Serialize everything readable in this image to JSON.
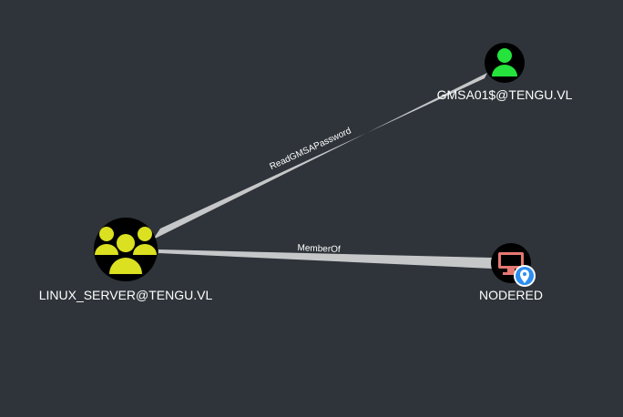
{
  "graph": {
    "background_color": "#2f343a",
    "edge_color": "#c6c7c9",
    "nodes": [
      {
        "id": "linux_server",
        "label": "LINUX_SERVER@TENGU.VL",
        "type": "group",
        "icon": "group-icon",
        "icon_color": "#dbe020"
      },
      {
        "id": "gmsa01",
        "label": "GMSA01$@TENGU.VL",
        "type": "user",
        "icon": "user-icon",
        "icon_color": "#25e33c"
      },
      {
        "id": "nodered",
        "label": "NODERED",
        "type": "computer",
        "icon": "computer-icon",
        "icon_color": "#e67873",
        "badge": "location-pin-icon",
        "badge_color": "#2c8ef0"
      }
    ],
    "edges": [
      {
        "from": "linux_server",
        "to": "gmsa01",
        "label": "ReadGMSAPassword"
      },
      {
        "from": "linux_server",
        "to": "nodered",
        "label": "MemberOf"
      }
    ]
  }
}
